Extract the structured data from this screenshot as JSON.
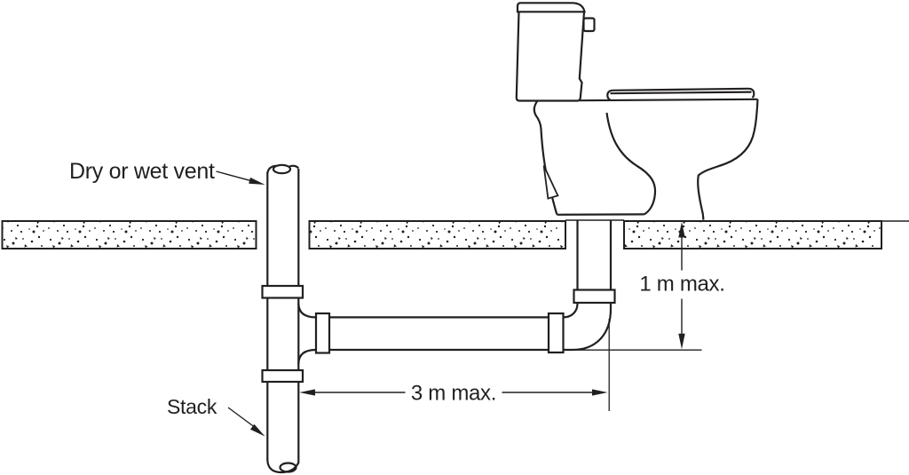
{
  "diagram": {
    "labels": {
      "vent": "Dry or wet vent",
      "stack": "Stack",
      "dim_horizontal": "3 m max.",
      "dim_vertical": "1 m max."
    },
    "colors": {
      "line": "#221f1f",
      "background": "#ffffff",
      "pipe_fill": "#ffffff"
    }
  }
}
